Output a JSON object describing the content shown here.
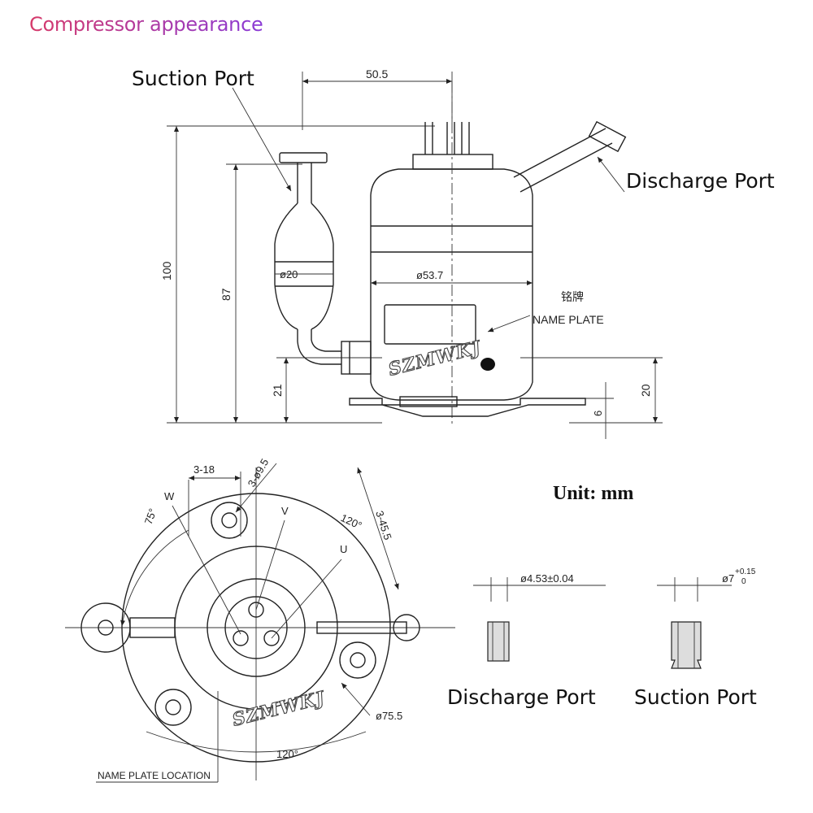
{
  "title": {
    "text": "Compressor appearance",
    "gradient": [
      "#d63a6a",
      "#8a3ad6"
    ]
  },
  "side_view": {
    "suction_label": "Suction Port",
    "discharge_label": "Discharge Port",
    "dims": {
      "top_width": "50.5",
      "height_total": "100",
      "height_suction": "87",
      "height_base": "21",
      "height_right": "20",
      "foot": "6",
      "accumulator_dia": "ø20",
      "shell_dia": "ø53.7"
    },
    "nameplate_cn": "铭牌",
    "nameplate_en": "NAME PLATE",
    "watermark": "SZMWKJ"
  },
  "bottom_view": {
    "dims": {
      "holes": "3-18",
      "hole_dia": "3-ø9.5",
      "angle_left": "75°",
      "angle_right": "120°",
      "angle_bottom": "120°",
      "bolt": "3-45.5",
      "base_dia": "ø75.5"
    },
    "terminals": {
      "w": "W",
      "v": "V",
      "u": "U"
    },
    "nameplate_location": "NAME PLATE LOCATION",
    "watermark": "SZMWKJ"
  },
  "unit": "Unit: mm",
  "ports": {
    "discharge": {
      "label": "Discharge Port",
      "dim": "ø4.53±0.04"
    },
    "suction": {
      "label": "Suction Port",
      "dim": "ø7",
      "tol_upper": "+0.15",
      "tol_lower": "0"
    }
  }
}
